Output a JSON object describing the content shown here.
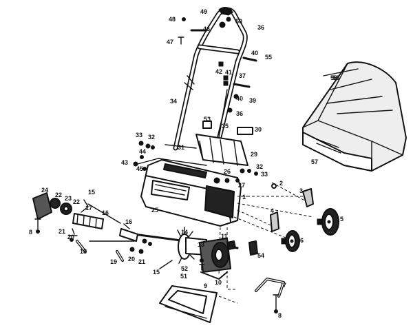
{
  "diagram": {
    "labels": {
      "l1": "1",
      "l2": "2",
      "l3": "3",
      "l4": "4",
      "l5": "5",
      "l6": "6",
      "l7": "7",
      "l8a": "8",
      "l8b": "8",
      "l9": "9",
      "l10": "10",
      "l11": "11",
      "l12": "12",
      "l13": "13",
      "l14": "14",
      "l15a": "15",
      "l15b": "15",
      "l16a": "16",
      "l16b": "16",
      "l17": "17",
      "l18": "18",
      "l19": "19",
      "l20a": "20",
      "l20b": "20",
      "l21a": "21",
      "l21b": "21",
      "l22a": "22",
      "l22b": "22",
      "l23": "23",
      "l24": "24",
      "l25": "25",
      "l26": "26",
      "l27": "27",
      "l29": "29",
      "l30": "30",
      "l31": "31",
      "l32a": "32",
      "l32b": "32",
      "l33a": "33",
      "l33b": "33",
      "l34": "34",
      "l35": "35",
      "l36a": "36",
      "l36b": "36",
      "l37": "37",
      "l39": "39",
      "l40a": "40",
      "l40b": "40",
      "l41": "41",
      "l42": "42",
      "l43": "43",
      "l44": "44",
      "l45": "45",
      "l46": "46",
      "l47": "47",
      "l48": "48",
      "l49": "49",
      "l50": "50",
      "l51": "51",
      "l52": "52",
      "l53": "53",
      "l54": "54",
      "l55": "55",
      "l56": "56",
      "l57": "57",
      "l58": "58"
    }
  }
}
